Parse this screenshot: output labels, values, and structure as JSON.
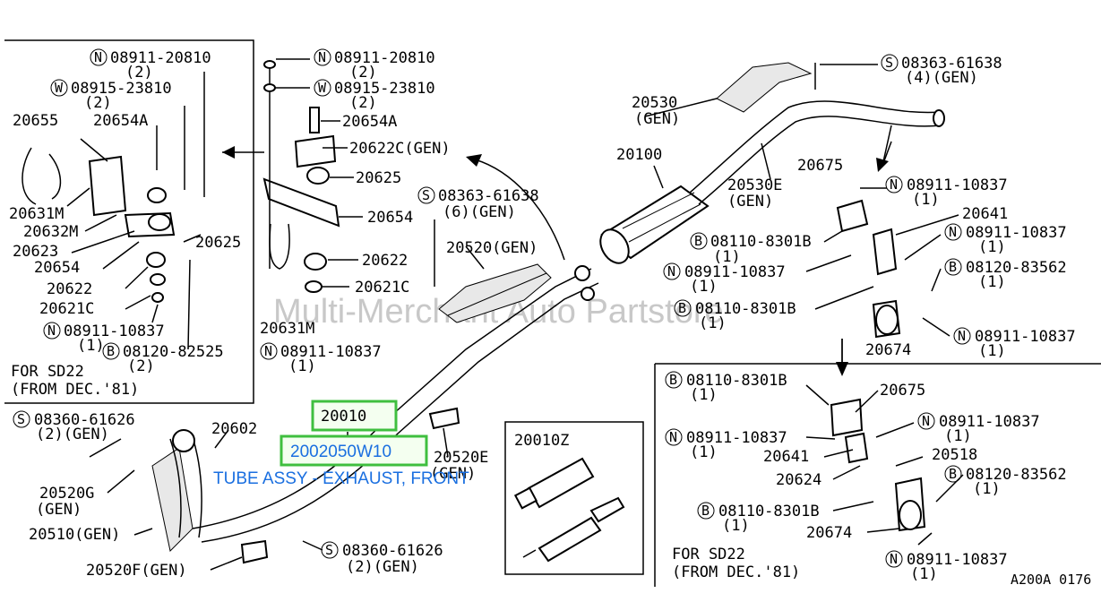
{
  "watermark": "Multi-Merchant Auto Partstore",
  "highlight": {
    "ref_number": "20010",
    "part_number": "2002050W10",
    "description": "TUBE ASSY - EXHAUST, FRONT"
  },
  "page_code": "A200A 0176",
  "inset_left": {
    "note_line1": "FOR SD22",
    "note_line2": "(FROM DEC.'81)"
  },
  "inset_right": {
    "note_line1": "FOR SD22",
    "note_line2": "(FROM DEC.'81)"
  },
  "kit_box": {
    "title": "20010Z"
  },
  "callouts": [
    {
      "prefix": "N",
      "code": "08911-20810",
      "qty": "(2)"
    },
    {
      "prefix": "W",
      "code": "08915-23810",
      "qty": "(2)"
    },
    {
      "prefix": "",
      "code": "20655",
      "qty": ""
    },
    {
      "prefix": "",
      "code": "20654A",
      "qty": ""
    },
    {
      "prefix": "",
      "code": "20631M",
      "qty": ""
    },
    {
      "prefix": "",
      "code": "20632M",
      "qty": ""
    },
    {
      "prefix": "",
      "code": "20623",
      "qty": ""
    },
    {
      "prefix": "",
      "code": "20625",
      "qty": ""
    },
    {
      "prefix": "",
      "code": "20654",
      "qty": ""
    },
    {
      "prefix": "",
      "code": "20622",
      "qty": ""
    },
    {
      "prefix": "",
      "code": "20621C",
      "qty": ""
    },
    {
      "prefix": "N",
      "code": "08911-10837",
      "qty": "(1)"
    },
    {
      "prefix": "B",
      "code": "08120-82525",
      "qty": "(2)"
    },
    {
      "prefix": "N",
      "code": "08911-20810",
      "qty": "(2)"
    },
    {
      "prefix": "W",
      "code": "08915-23810",
      "qty": "(2)"
    },
    {
      "prefix": "",
      "code": "20654A",
      "qty": ""
    },
    {
      "prefix": "",
      "code": "20622C(GEN)",
      "qty": ""
    },
    {
      "prefix": "",
      "code": "20625",
      "qty": ""
    },
    {
      "prefix": "",
      "code": "20654",
      "qty": ""
    },
    {
      "prefix": "",
      "code": "20622",
      "qty": ""
    },
    {
      "prefix": "",
      "code": "20621C",
      "qty": ""
    },
    {
      "prefix": "",
      "code": "20631M",
      "qty": ""
    },
    {
      "prefix": "N",
      "code": "08911-10837",
      "qty": "(1)"
    },
    {
      "prefix": "S",
      "code": "08363-61638",
      "qty": "(6)(GEN)"
    },
    {
      "prefix": "",
      "code": "20520(GEN)",
      "qty": ""
    },
    {
      "prefix": "",
      "code": "20530",
      "qty": "(GEN)"
    },
    {
      "prefix": "S",
      "code": "08363-61638",
      "qty": "(4)(GEN)"
    },
    {
      "prefix": "",
      "code": "20100",
      "qty": ""
    },
    {
      "prefix": "",
      "code": "20530E",
      "qty": "(GEN)"
    },
    {
      "prefix": "",
      "code": "20675",
      "qty": ""
    },
    {
      "prefix": "N",
      "code": "08911-10837",
      "qty": "(1)"
    },
    {
      "prefix": "",
      "code": "20641",
      "qty": ""
    },
    {
      "prefix": "B",
      "code": "08110-8301B",
      "qty": "(1)"
    },
    {
      "prefix": "N",
      "code": "08911-10837",
      "qty": "(1)"
    },
    {
      "prefix": "N",
      "code": "08911-10837",
      "qty": "(1)"
    },
    {
      "prefix": "B",
      "code": "08120-83562",
      "qty": "(1)"
    },
    {
      "prefix": "B",
      "code": "08110-8301B",
      "qty": "(1)"
    },
    {
      "prefix": "",
      "code": "20674",
      "qty": ""
    },
    {
      "prefix": "N",
      "code": "08911-10837",
      "qty": "(1)"
    },
    {
      "prefix": "S",
      "code": "08360-61626",
      "qty": "(2)(GEN)"
    },
    {
      "prefix": "",
      "code": "20602",
      "qty": ""
    },
    {
      "prefix": "",
      "code": "20520G",
      "qty": "(GEN)"
    },
    {
      "prefix": "",
      "code": "20510(GEN)",
      "qty": ""
    },
    {
      "prefix": "",
      "code": "20520F(GEN)",
      "qty": ""
    },
    {
      "prefix": "S",
      "code": "08360-61626",
      "qty": "(2)(GEN)"
    },
    {
      "prefix": "",
      "code": "20520E",
      "qty": "(GEN)"
    },
    {
      "prefix": "B",
      "code": "08110-8301B",
      "qty": "(1)"
    },
    {
      "prefix": "",
      "code": "20675",
      "qty": ""
    },
    {
      "prefix": "N",
      "code": "08911-10837",
      "qty": "(1)"
    },
    {
      "prefix": "N",
      "code": "08911-10837",
      "qty": "(1)"
    },
    {
      "prefix": "",
      "code": "20641",
      "qty": ""
    },
    {
      "prefix": "",
      "code": "20518",
      "qty": ""
    },
    {
      "prefix": "B",
      "code": "08120-83562",
      "qty": "(1)"
    },
    {
      "prefix": "",
      "code": "20624",
      "qty": ""
    },
    {
      "prefix": "B",
      "code": "08110-8301B",
      "qty": "(1)"
    },
    {
      "prefix": "",
      "code": "20674",
      "qty": ""
    },
    {
      "prefix": "N",
      "code": "08911-10837",
      "qty": "(1)"
    }
  ]
}
